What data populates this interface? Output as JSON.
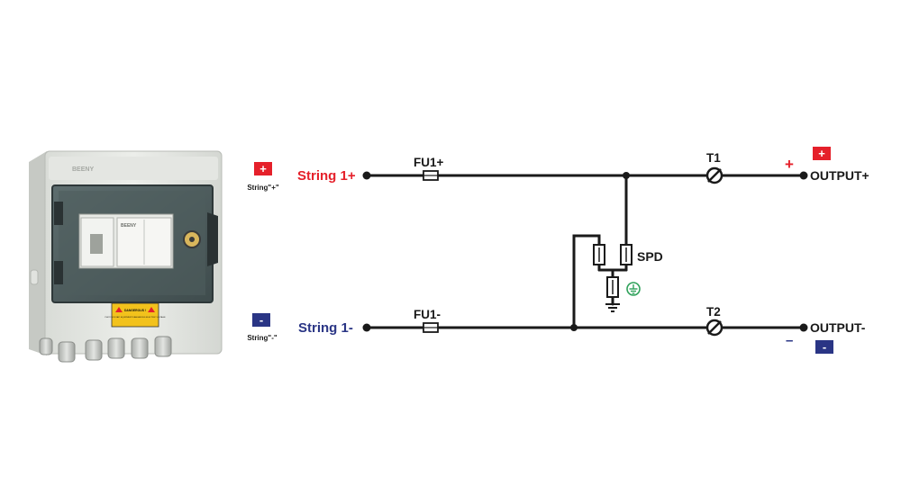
{
  "product": {
    "brand": "BEENY",
    "device_brand": "BEENY",
    "warning_title": "DANGEROUS !",
    "warning_text": "PHOTOVOLTAIC EQUIPMENT DANGEROUS ELECTRIC VOLTAGE"
  },
  "legend": {
    "plus_symbol": "+",
    "plus_caption": "String\"+\"",
    "minus_symbol": "-",
    "minus_caption": "String\"-\""
  },
  "circuit": {
    "string_plus": {
      "text": "String ",
      "num": "1+"
    },
    "string_minus": {
      "text": "String ",
      "num": "1-"
    },
    "fuse_plus": "FU1+",
    "fuse_minus": "FU1-",
    "spd": "SPD",
    "t1": "T1",
    "t2": "T2",
    "out_plus": "OUTPUT+",
    "out_minus": "OUTPUT-",
    "pol_plus": "+",
    "pol_minus": "–",
    "badge_plus": "+",
    "badge_minus": "-"
  },
  "colors": {
    "positive": "#e5202a",
    "negative": "#2a3585",
    "line": "#1a1a1a",
    "ground": "#2fa15a"
  }
}
